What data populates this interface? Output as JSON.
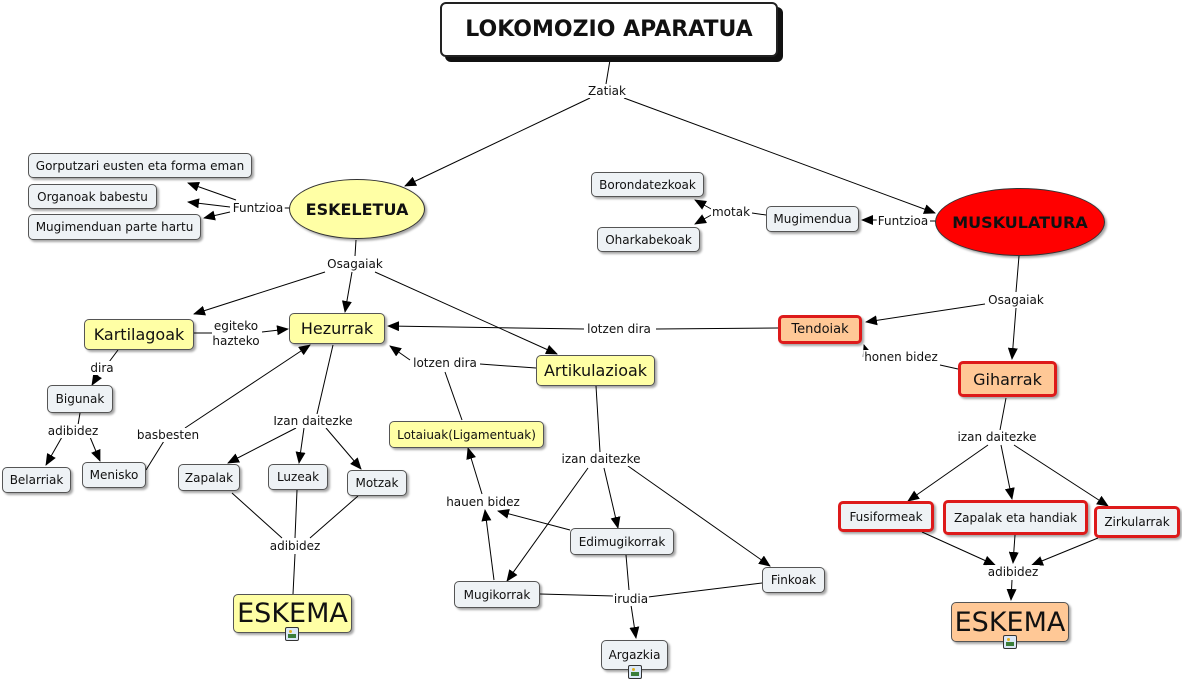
{
  "colors": {
    "yellow": "#ffffa5",
    "orange": "#ffc896",
    "red": "#ff0000",
    "grey": "#eef2f5",
    "red_border": "#dd1a1a"
  },
  "concepts": {
    "lokomozio": "LOKOMOZIO APARATUA",
    "eskeletua": "ESKELETUA",
    "muskulatura": "MUSKULATURA",
    "gorputzari": "Gorputzari eusten eta forma eman",
    "organoak": "Organoak babestu",
    "mugimenduan": "Mugimenduan parte hartu",
    "borondatezkoak": "Borondatezkoak",
    "oharkabekoak": "Oharkabekoak",
    "mugimendua": "Mugimendua",
    "kartilagoak": "Kartilagoak",
    "hezurrak": "Hezurrak",
    "artikulazioak": "Artikulazioak",
    "tendoiak": "Tendoiak",
    "giharrak": "Giharrak",
    "bigunak": "Bigunak",
    "belarriak": "Belarriak",
    "menisko": "Menisko",
    "zapalak": "Zapalak",
    "luzeak": "Luzeak",
    "motzak": "Motzak",
    "lotaiuak": "Lotaiuak(Ligamentuak)",
    "edimugikorrak": "Edimugikorrak",
    "mugikorrak": "Mugikorrak",
    "finkoak": "Finkoak",
    "argazkia": "Argazkia",
    "eskema1": "ESKEMA",
    "eskema2": "ESKEMA",
    "fusiformeak": "Fusiformeak",
    "zapalak_handiak": "Zapalak eta handiak",
    "zirkularrak": "Zirkularrak"
  },
  "phrases": {
    "zatiak": "Zatiak",
    "funtzioa1": "Funtzioa",
    "funtzioa2": "Funtzioa",
    "motak": "motak",
    "osagaiak1": "Osagaiak",
    "osagaiak2": "Osagaiak",
    "egiteko": "egiteko",
    "hazteko": "hazteko",
    "dira": "dira",
    "adibidez1": "adibidez",
    "adibidez2": "adibidez",
    "adibidez3": "adibidez",
    "basbesten": "basbesten",
    "izan1": "Izan daitezke",
    "izan2": "izan daitezke",
    "izan3": "izan daitezke",
    "lotzen1": "lotzen dira",
    "lotzen2": "lotzen dira",
    "honen": "honen bidez",
    "hauen": "hauen bidez",
    "irudia": "irudia"
  },
  "icons": [
    "image-icon",
    "image-icon",
    "image-icon"
  ]
}
